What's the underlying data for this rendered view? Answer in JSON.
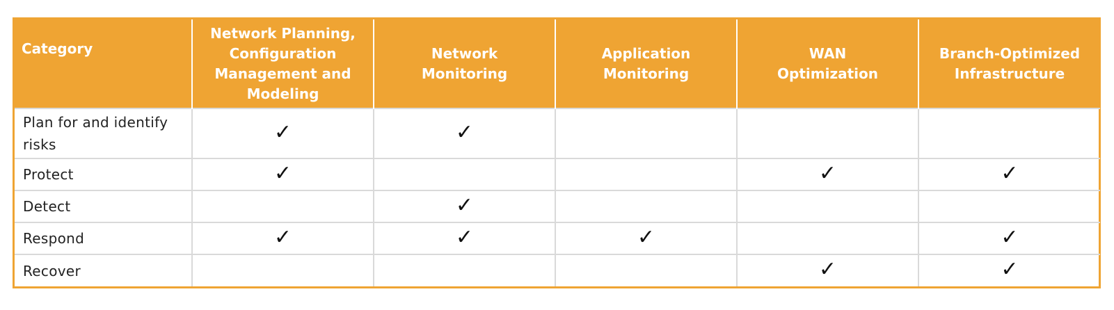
{
  "table": {
    "header": {
      "category": "Category",
      "columns": [
        [
          "Network Planning,",
          "Configuration",
          "Management and",
          "Modeling"
        ],
        [
          "Network",
          "Monitoring"
        ],
        [
          "Application",
          "Monitoring"
        ],
        [
          "WAN",
          "Optimization"
        ],
        [
          "Branch-Optimized",
          "Infrastructure"
        ]
      ]
    },
    "check_glyph": "✓",
    "rows": [
      {
        "label": "Plan for and identify risks",
        "checks": [
          true,
          true,
          false,
          false,
          false
        ]
      },
      {
        "label": "Protect",
        "checks": [
          true,
          false,
          false,
          true,
          true
        ]
      },
      {
        "label": "Detect",
        "checks": [
          false,
          true,
          false,
          false,
          false
        ]
      },
      {
        "label": "Respond",
        "checks": [
          true,
          true,
          true,
          false,
          true
        ]
      },
      {
        "label": "Recover",
        "checks": [
          false,
          false,
          false,
          true,
          true
        ]
      }
    ]
  },
  "colors": {
    "header_bg": "#EFA433",
    "header_text": "#FFFFFF",
    "grid_line": "#D9D9D9",
    "body_text": "#222222"
  }
}
